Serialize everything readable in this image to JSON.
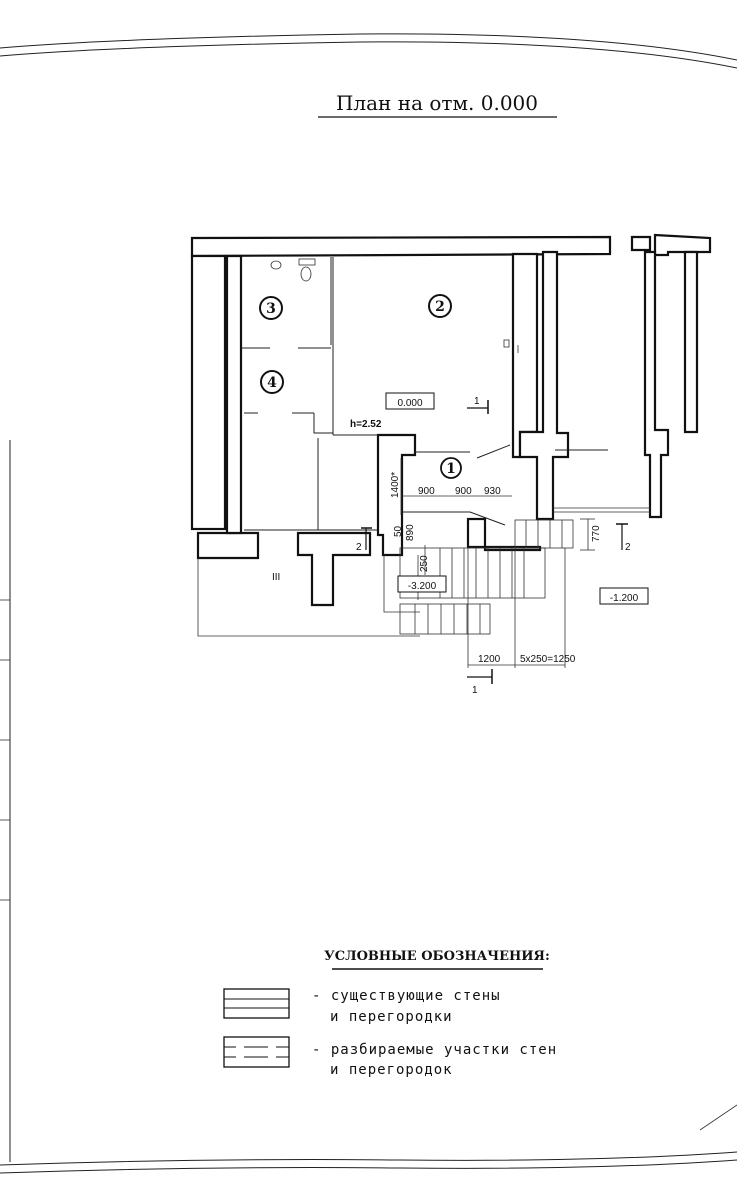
{
  "title": "План на отм. 0.000",
  "rooms": [
    {
      "number": "1"
    },
    {
      "number": "2"
    },
    {
      "number": "3"
    },
    {
      "number": "4"
    }
  ],
  "levels": {
    "floor": "0.000",
    "basement": "-3.200",
    "ground": "-1.200"
  },
  "height_note": "h=2.52",
  "dimensions": {
    "d1400": "1400*",
    "d900a": "900",
    "d900b": "900",
    "d930": "930",
    "d50": "50",
    "d890": "890",
    "d250": "250",
    "d770": "770",
    "d1200": "1200",
    "dstairs": "5x250=1250"
  },
  "section_marks": {
    "s1_top": "1",
    "s1_bottom": "1",
    "s2_left": "2",
    "s2_right": "2",
    "axis": "III"
  },
  "legend": {
    "heading": "УСЛОВНЫЕ ОБОЗНАЧЕНИЯ:",
    "items": [
      {
        "line1": "- существующие стены",
        "line2": "и  перегородки"
      },
      {
        "line1": "- разбираемые участки стен",
        "line2": "и  перегородок"
      }
    ]
  }
}
